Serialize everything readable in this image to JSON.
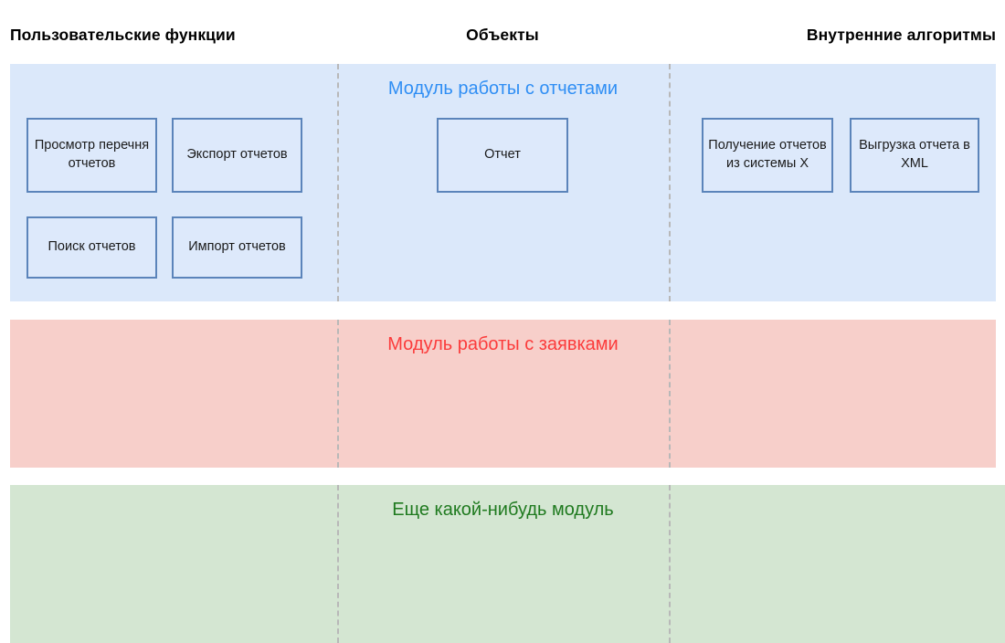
{
  "columns": [
    {
      "id": "user-functions",
      "label": "Пользовательские функции"
    },
    {
      "id": "objects",
      "label": "Объекты"
    },
    {
      "id": "internal-algorithms",
      "label": "Внутренние алгоритмы"
    }
  ],
  "bands": [
    {
      "id": "reports-module",
      "title": "Модуль работы с отчетами",
      "fill": "#dbe8fa",
      "title_color": "#2f8ef4"
    },
    {
      "id": "requests-module",
      "title": "Модуль работы с заявками",
      "fill": "#f7cfca",
      "title_color": "#fb3b3b"
    },
    {
      "id": "other-module",
      "title": "Еще какой-нибудь модуль",
      "fill": "#d4e6d2",
      "title_color": "#1f7a1f"
    }
  ],
  "nodes": {
    "view_report_list": "Просмотр перечня отчетов",
    "export_reports": "Экспорт отчетов",
    "search_reports": "Поиск отчетов",
    "import_reports": "Импорт отчетов",
    "report_object": "Отчет",
    "fetch_reports_from_system_x": "Получение отчетов из системы X",
    "export_report_to_xml": "Выгрузка отчета в XML"
  },
  "style": {
    "node_border": "#5b84ba",
    "node_fill": "#dde9fb",
    "divider_color": "#b8b8b8",
    "page_background": "#ffffff"
  }
}
